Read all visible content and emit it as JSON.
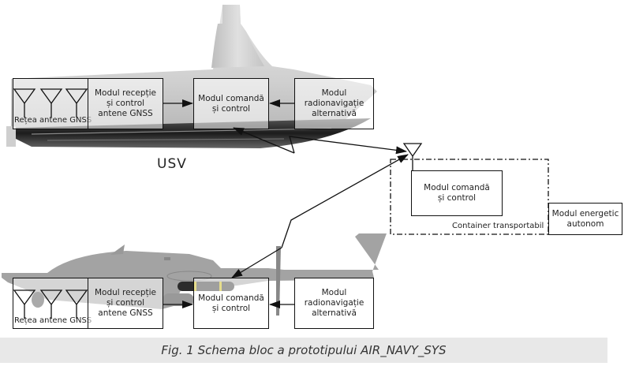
{
  "figure": {
    "caption": "Fig. 1 Schema bloc a prototipului AIR_NAVY_SYS"
  },
  "usv": {
    "label": "USV",
    "antenna_array_label": "Rețea antene GNSS",
    "reception_module": "Modul recepție\nși control\nantene GNSS",
    "command_module": "Modul comandă\nși control",
    "radionav_module": "Modul\nradionavigație\nalternativă"
  },
  "container": {
    "label": "Container transportabil",
    "command_module": "Modul comandă\nși control",
    "energy_module": "Modul energetic\nautonom"
  },
  "uav": {
    "antenna_array_label": "Rețea antene GNSS",
    "reception_module": "Modul recepție\nși control\nantene GNSS",
    "command_module": "Modul comandă\nși control",
    "radionav_module": "Modul\nradionavigație\nalternativă"
  },
  "colors": {
    "line": "#111111",
    "caption_bg": "#e8e8e8",
    "vehicle_gray": "#9a9a9a",
    "boat_light": "#d8d8d8"
  }
}
